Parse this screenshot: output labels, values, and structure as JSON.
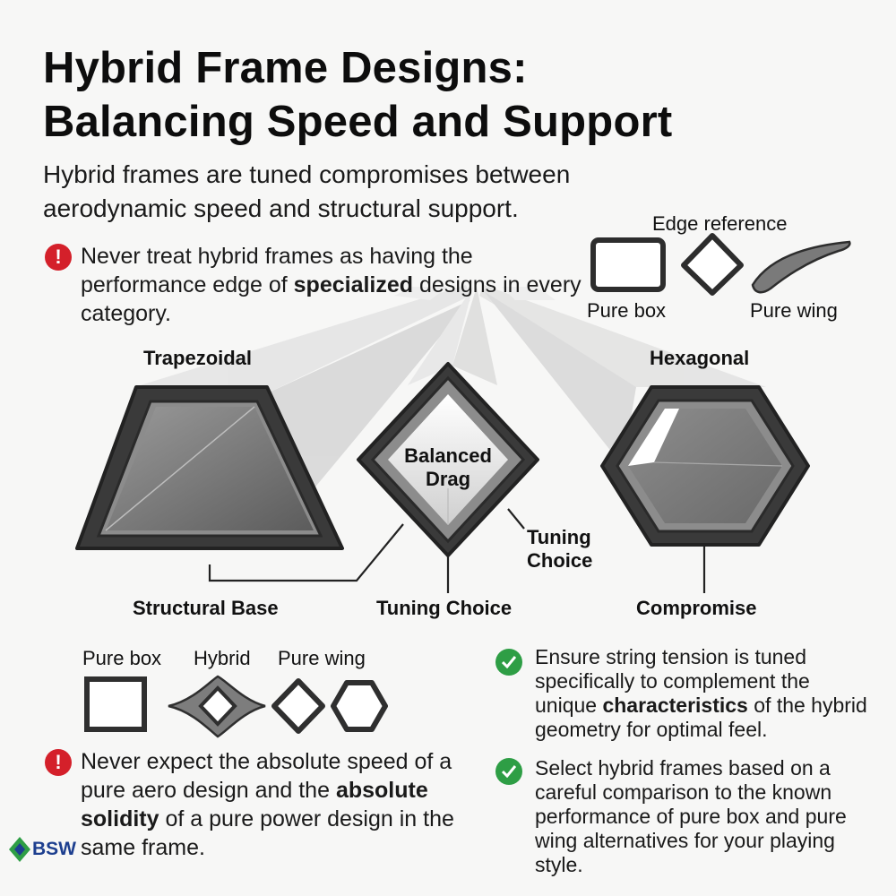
{
  "title": {
    "line1": "Hybrid Frame Designs:",
    "line2": "Balancing Speed and Support"
  },
  "subtitle": {
    "line1": "Hybrid frames are tuned compromises between",
    "line2": "aerodynamic speed and structural support."
  },
  "warning_top": {
    "before": "Never treat hybrid frames as having the performance edge of ",
    "bold": "specialized",
    "after": " designs in every category."
  },
  "edge_reference": {
    "title": "Edge reference",
    "pure_box": "Pure box",
    "pure_wing": "Pure wing"
  },
  "main_diagram": {
    "trapezoidal": "Trapezoidal",
    "hexagonal": "Hexagonal",
    "balanced_drag_line1": "Balanced",
    "balanced_drag_line2": "Drag",
    "tuning_choice_side_line1": "Tuning",
    "tuning_choice_side_line2": "Choice",
    "structural_base": "Structural Base",
    "tuning_choice": "Tuning Choice",
    "compromise": "Compromise"
  },
  "shape_row": {
    "pure_box": "Pure box",
    "hybrid": "Hybrid",
    "pure_wing": "Pure wing"
  },
  "warning_bottom": {
    "before": "Never expect the absolute speed of a pure aero design and the ",
    "bold": "absolute solidity",
    "after": " of a pure power design in the same frame."
  },
  "tip1": {
    "before": "Ensure string tension is tuned specifically to complement the unique ",
    "bold": "characteristics",
    "after": " of the hybrid geometry for optimal feel."
  },
  "tip2": {
    "text": "Select hybrid frames based on a careful comparison to the known performance of pure box and pure wing alternatives for your playing style."
  },
  "logo": {
    "text": "BSW"
  },
  "colors": {
    "alert": "#d4202a",
    "check": "#2e9e45",
    "frame_dark": "#333333",
    "frame_fill": "#8a8a8a",
    "logo": "#1d3f8f"
  }
}
